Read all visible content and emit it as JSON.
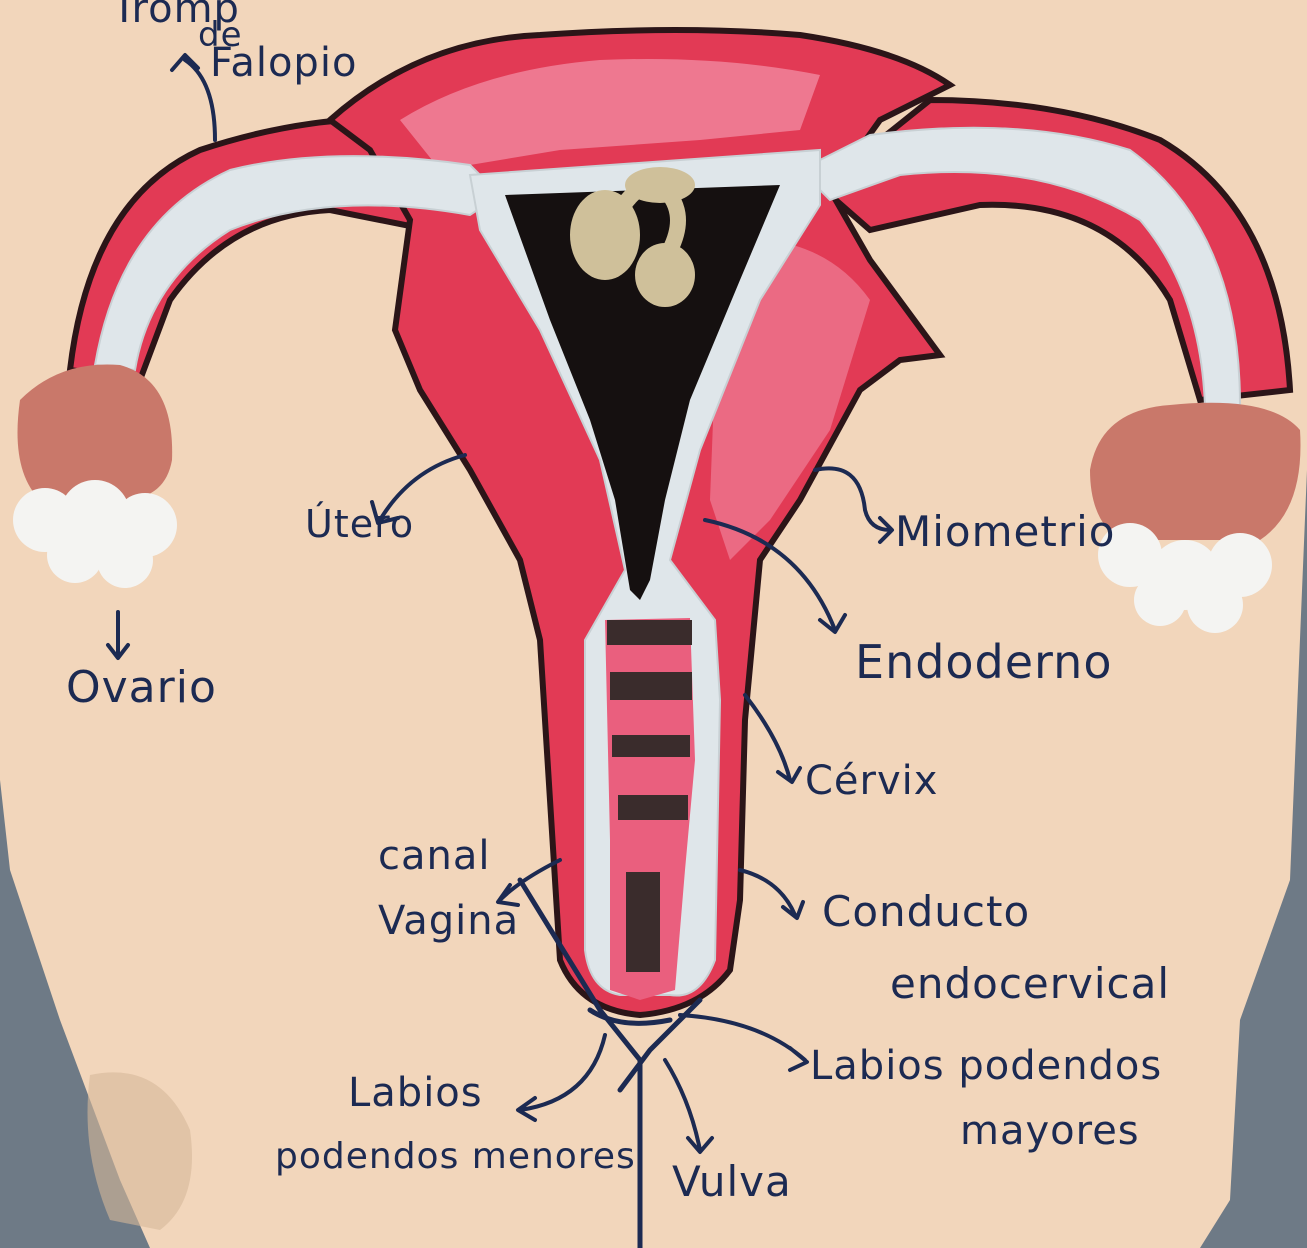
{
  "labels": {
    "trompas": {
      "line1": "Tromp",
      "line2": "de",
      "line3": "Falopio"
    },
    "utero": "Útero",
    "ovario": "Ovario",
    "miometrio": "Miometrio",
    "endoderno": "Endoderno",
    "cervix": "Cérvix",
    "canal_vaginal": {
      "line1": "canal",
      "line2": "Vagina"
    },
    "conducto": {
      "line1": "Conducto",
      "line2": "endocervical"
    },
    "labios_menores": {
      "line1": "Labios",
      "line2": "podendos menores"
    },
    "labios_mayores": {
      "line1": "Labios podendos",
      "line2": "mayores"
    },
    "vulva": "Vulva"
  },
  "colors": {
    "board": "#f2d6bb",
    "background": "#6e7a86",
    "uterus_red": "#e23a55",
    "uterus_pink": "#ef7f97",
    "lining": "#dfe6ea",
    "cavity": "#151010",
    "ovary": "#c9786a",
    "fimbria": "#f4f4f2",
    "fetus": "#cfc09a",
    "ink": "#1c2a52"
  }
}
